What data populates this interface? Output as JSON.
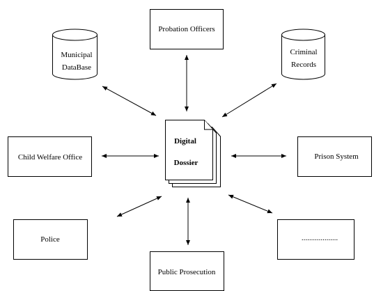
{
  "center": {
    "line1": "Digital",
    "line2": "Dossier"
  },
  "nodes": {
    "probation_officers": "Probation Officers",
    "municipal_db_line1": "Municipal",
    "municipal_db_line2": "DataBase",
    "criminal_records_line1": "Criminal",
    "criminal_records_line2": "Records",
    "child_welfare_office": "Child Welfare Office",
    "prison_system": "Prison System",
    "police": "Police",
    "other": "...................",
    "public_prosecution": "Public Prosecution"
  }
}
